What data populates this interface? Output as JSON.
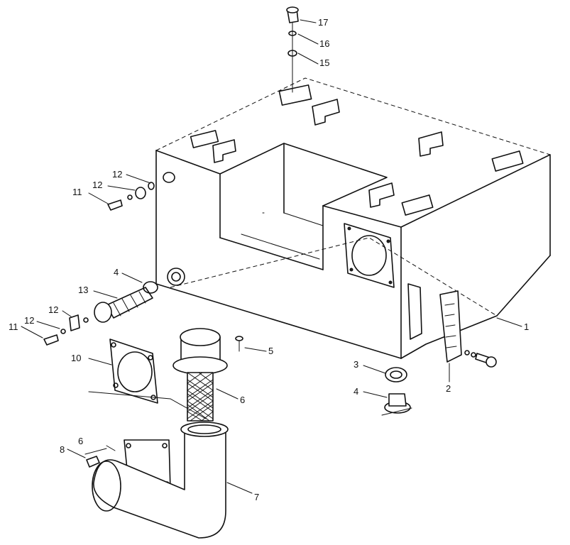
{
  "callouts": {
    "c1": "1",
    "c2": "2",
    "c3": "3",
    "c4a": "4",
    "c4b": "4",
    "c5": "5",
    "c6a": "6",
    "c6b": "6",
    "c7": "7",
    "c8": "8",
    "c10": "10",
    "c11a": "11",
    "c11b": "11",
    "c12a": "12",
    "c12b": "12",
    "c12c": "12",
    "c12d": "12",
    "c13": "13",
    "c15": "15",
    "c16": "16",
    "c17": "17"
  }
}
